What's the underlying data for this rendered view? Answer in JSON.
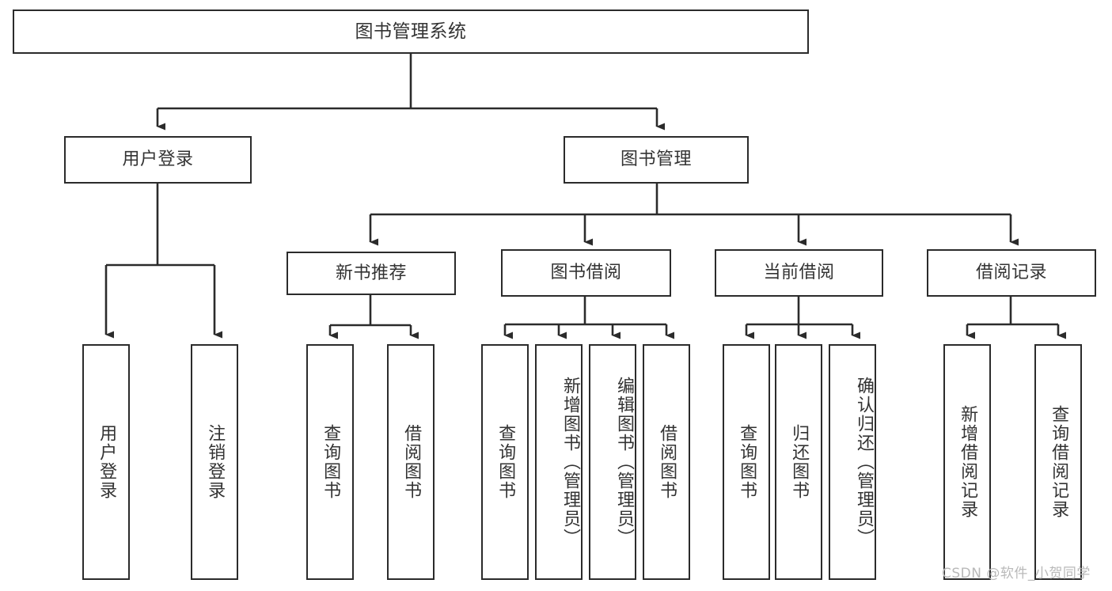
{
  "diagram": {
    "title": "图书管理系统",
    "root": {
      "label": "图书管理系统"
    },
    "level2": [
      {
        "label": "用户登录"
      },
      {
        "label": "图书管理"
      }
    ],
    "level3": [
      {
        "label": "新书推荐"
      },
      {
        "label": "图书借阅"
      },
      {
        "label": "当前借阅"
      },
      {
        "label": "借阅记录"
      }
    ],
    "leaves": {
      "user_login": [
        {
          "label": "用户登录"
        },
        {
          "label": "注销登录"
        }
      ],
      "new_book_recommend": [
        {
          "label": "查询图书"
        },
        {
          "label": "借阅图书"
        }
      ],
      "book_borrow": [
        {
          "label": "查询图书"
        },
        {
          "label": "新增图书（管理员）"
        },
        {
          "label": "编辑图书（管理员）"
        },
        {
          "label": "借阅图书"
        }
      ],
      "current_borrow": [
        {
          "label": "查询图书"
        },
        {
          "label": "归还图书"
        },
        {
          "label": "确认归还（管理员）"
        }
      ],
      "borrow_record": [
        {
          "label": "新增借阅记录"
        },
        {
          "label": "查询借阅记录"
        }
      ]
    },
    "watermark": "CSDN @软件_小贺同学",
    "colors": {
      "stroke": "#2b2b2b",
      "text": "#333333",
      "background": "#ffffff",
      "watermark": "#b9b9b9"
    }
  }
}
